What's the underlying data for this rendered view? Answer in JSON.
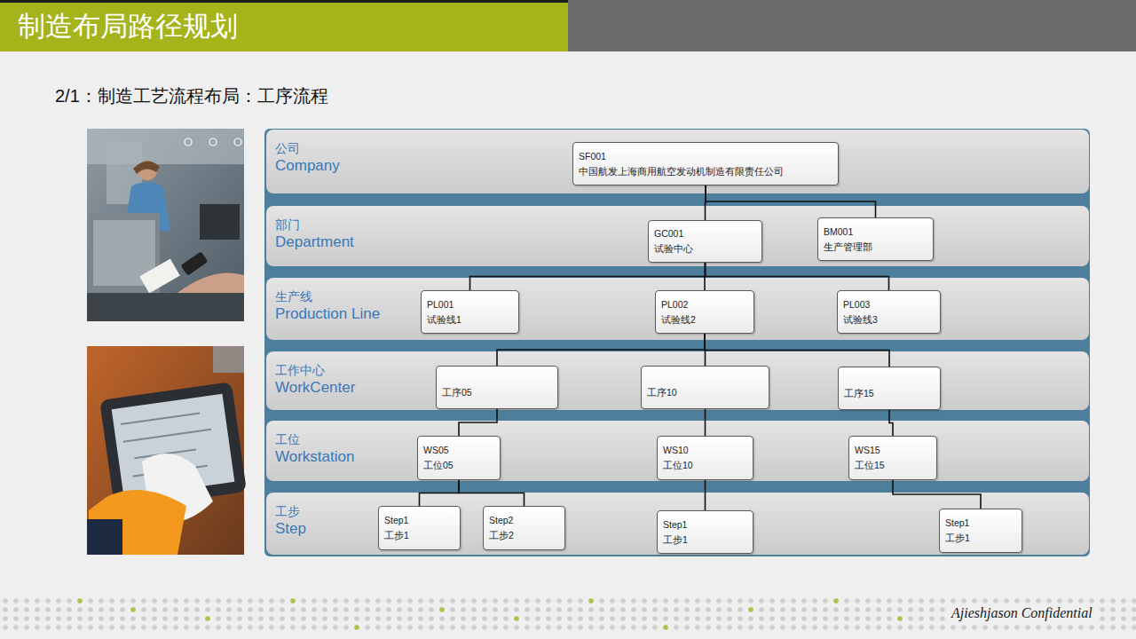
{
  "diagram": {
    "title": "制造布局路径规划",
    "nodes": [
      {
        "text": [
          "公司",
          "Company"
        ]
      },
      {
        "text": [
          "SF001",
          "中国航发上海商用航空发动机制造有限责任公司"
        ],
        "in": 0
      },
      {
        "text": [
          "部门",
          "Department"
        ]
      },
      {
        "text": [
          "GC001",
          "试验中心"
        ],
        "in": 2
      },
      {
        "text": [
          "BM001",
          "生产管理部"
        ],
        "in": 2
      },
      {
        "text": [
          "生产线",
          "Production Line"
        ]
      },
      {
        "text": [
          "PL001",
          "试验线1"
        ],
        "in": 5
      },
      {
        "text": [
          "PL002",
          "试验线2"
        ],
        "in": 5
      },
      {
        "text": [
          "PL003",
          "试验线3"
        ],
        "in": 5
      },
      {
        "text": [
          "工作中心",
          "WorkCenter"
        ]
      },
      {
        "text": [
          "工序05"
        ],
        "in": 9
      },
      {
        "text": [
          "工序10"
        ],
        "in": 9
      },
      {
        "text": [
          "工序15"
        ],
        "in": 9
      },
      {
        "text": [
          "工位",
          "Workstation"
        ]
      },
      {
        "text": [
          "WS05",
          "工位05"
        ],
        "in": 13
      },
      {
        "text": [
          "WS10",
          "工位10"
        ],
        "in": 13
      },
      {
        "text": [
          "WS15",
          "工位15"
        ],
        "in": 13
      },
      {
        "text": [
          "工步",
          "Step"
        ]
      },
      {
        "text": [
          "Step1",
          "工步1"
        ],
        "in": 17
      },
      {
        "text": [
          "Step2",
          "工步2"
        ],
        "in": 17
      },
      {
        "text": [
          "Step1",
          "工步1"
        ],
        "in": 17
      },
      {
        "text": [
          "Step1",
          "工步1"
        ],
        "in": 17
      }
    ],
    "edges": [
      {
        "from": 1,
        "to": 3,
        "arrow": "none"
      },
      {
        "from": 1,
        "to": 4,
        "arrow": "none"
      },
      {
        "from": 3,
        "to": 6,
        "arrow": "none"
      },
      {
        "from": 3,
        "to": 7,
        "arrow": "none"
      },
      {
        "from": 3,
        "to": 8,
        "arrow": "none"
      },
      {
        "from": 7,
        "to": 10,
        "arrow": "none"
      },
      {
        "from": 7,
        "to": 11,
        "arrow": "none"
      },
      {
        "from": 7,
        "to": 12,
        "arrow": "none"
      },
      {
        "from": 10,
        "to": 14,
        "arrow": "none"
      },
      {
        "from": 11,
        "to": 15,
        "arrow": "none"
      },
      {
        "from": 12,
        "to": 16,
        "arrow": "none"
      },
      {
        "from": 14,
        "to": 18,
        "arrow": "none"
      },
      {
        "from": 14,
        "to": 19,
        "arrow": "none"
      },
      {
        "from": 15,
        "to": 20,
        "arrow": "none"
      },
      {
        "from": 16,
        "to": 21,
        "arrow": "none"
      }
    ],
    "labels": [
      "2/1：制造工艺流程布局：工序流程",
      "Ajieshjason Confidential"
    ]
  }
}
